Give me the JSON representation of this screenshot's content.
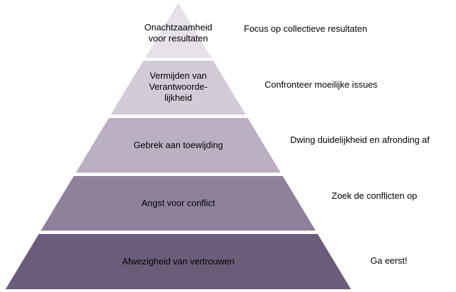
{
  "pyramid": {
    "tiers": [
      {
        "label_lines": [
          "Onachtzaamheid",
          "voor resultaten"
        ],
        "action": "Focus op collectieve resultaten",
        "color": "#e6e1e9",
        "text_color": "#000000"
      },
      {
        "label_lines": [
          "Vermijden van",
          "Verantwoorde-",
          "lijkheid"
        ],
        "action": "Confronteer moeilijke issues",
        "color": "#d3cbd8",
        "text_color": "#000000"
      },
      {
        "label_lines": [
          "Gebrek aan toewijding"
        ],
        "action": "Dwing duidelijkheid en afronding af",
        "color": "#bbb0c2",
        "text_color": "#000000"
      },
      {
        "label_lines": [
          "Angst voor conflict"
        ],
        "action": "Zoek de conflicten op",
        "color": "#8f819c",
        "text_color": "#ffffff"
      },
      {
        "label_lines": [
          "Afwezigheid van vertrouwen"
        ],
        "action": "Ga eerst!",
        "color": "#6b5d7a",
        "text_color": "#ffffff"
      }
    ]
  }
}
